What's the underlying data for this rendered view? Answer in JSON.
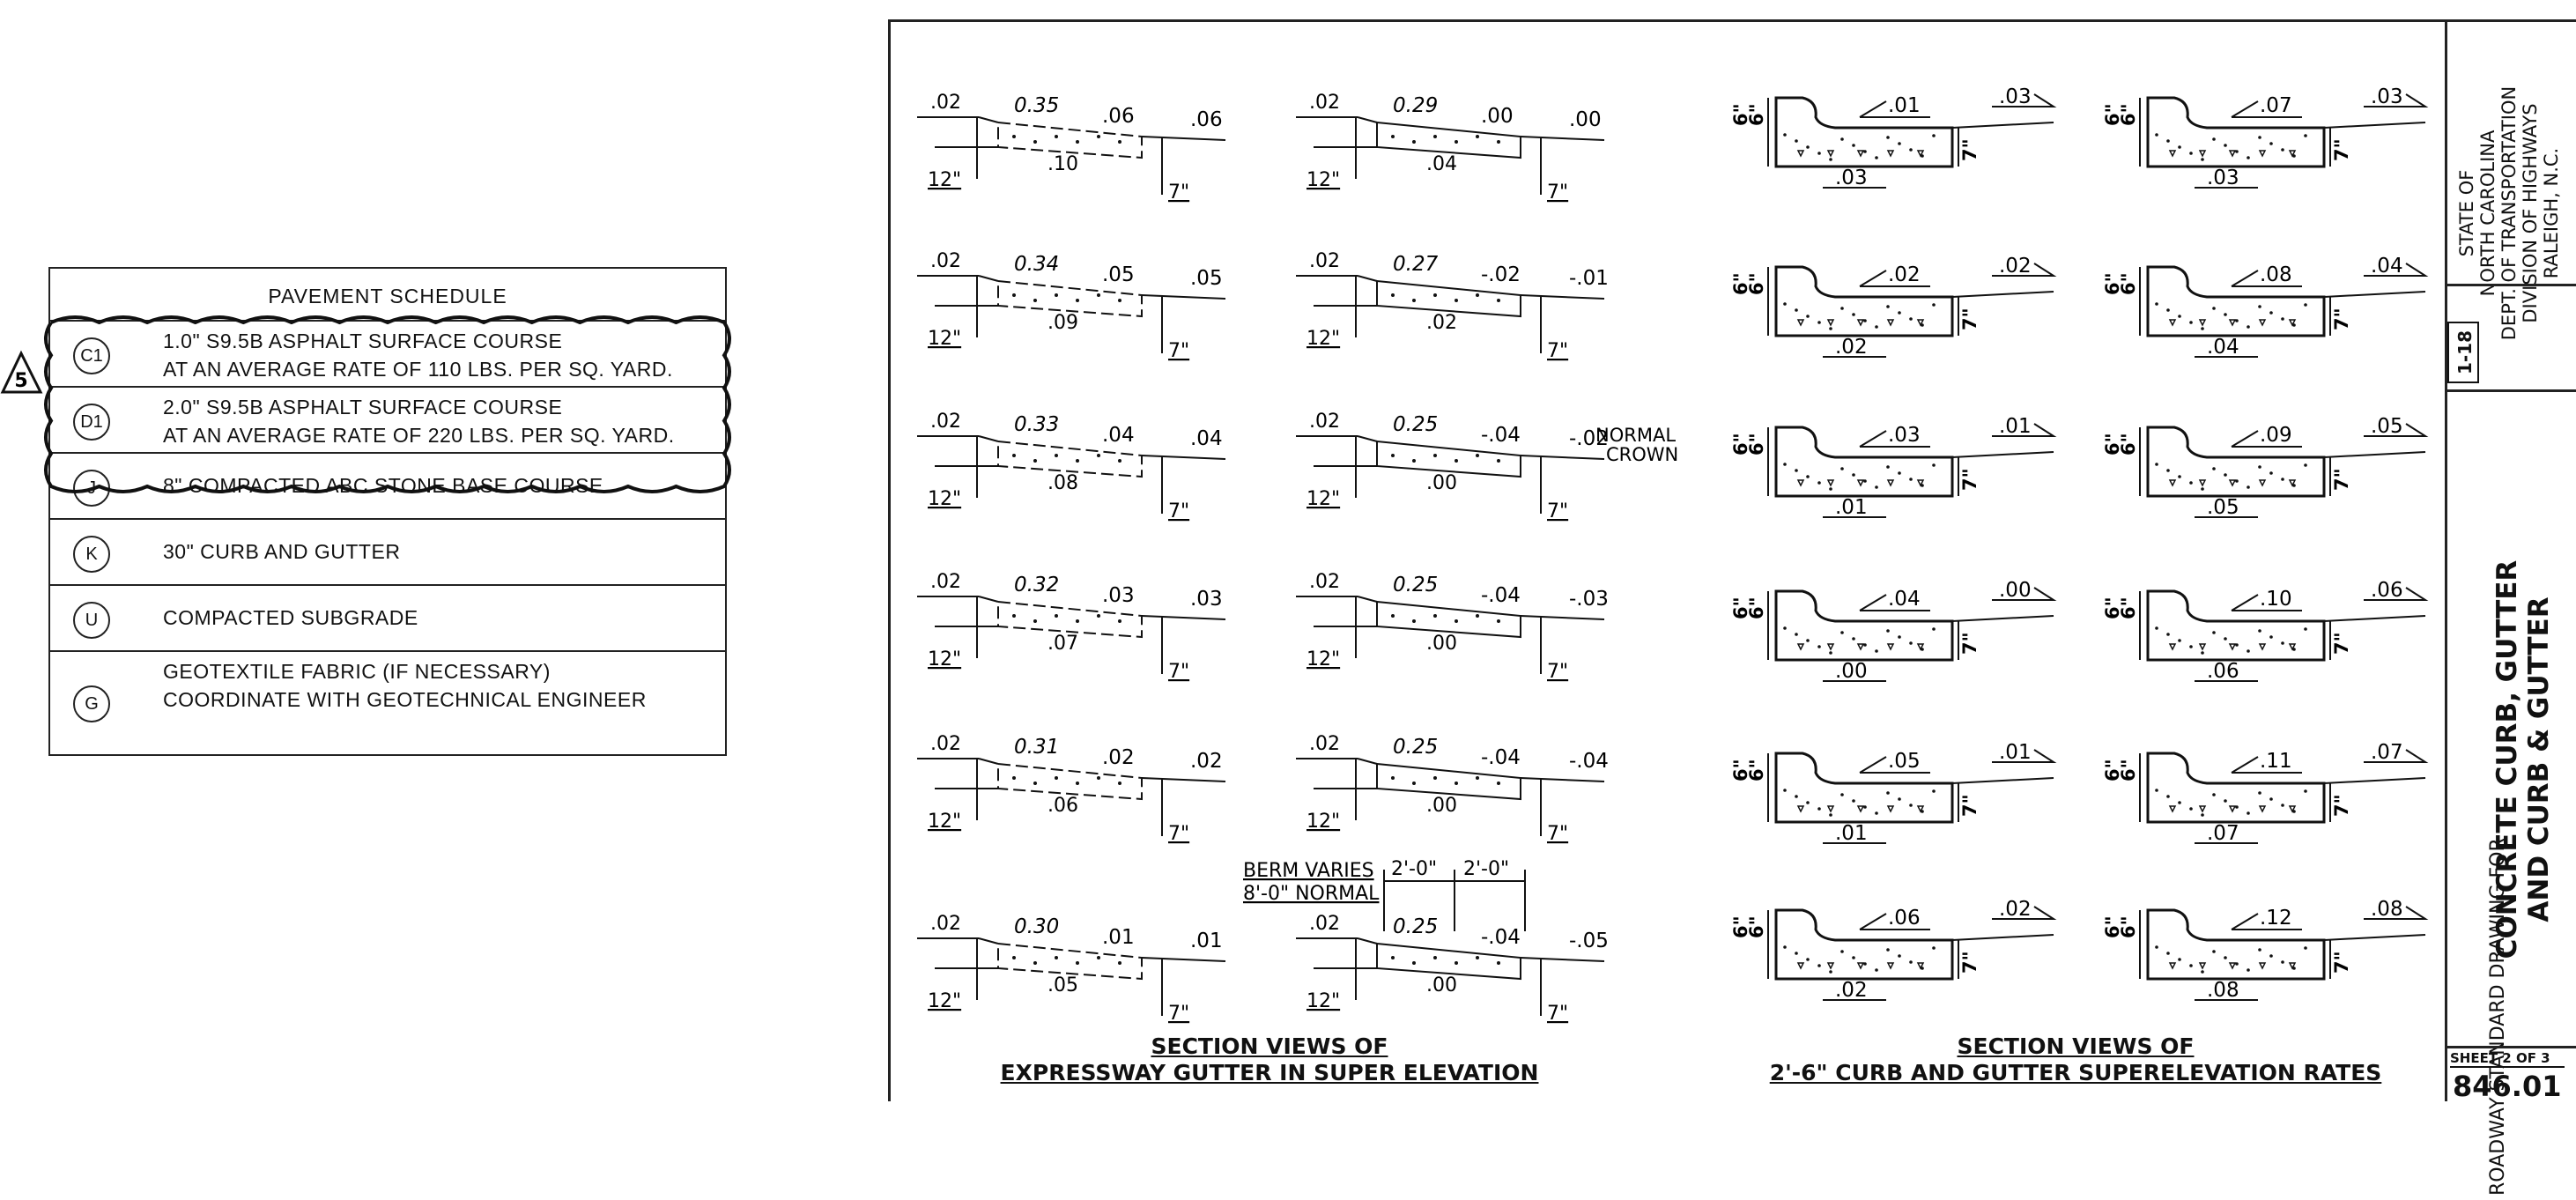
{
  "schedule": {
    "title": "PAVEMENT SCHEDULE",
    "revision_mark": "5",
    "rows": [
      {
        "code": "C1",
        "line1": "1.0\" S9.5B ASPHALT SURFACE COURSE",
        "line2": "AT AN AVERAGE RATE OF 110 LBS. PER SQ. YARD."
      },
      {
        "code": "D1",
        "line1": "2.0\" S9.5B ASPHALT SURFACE COURSE",
        "line2": "AT AN AVERAGE RATE OF 220 LBS. PER SQ. YARD."
      },
      {
        "code": "J",
        "line1": "8\" COMPACTED ABC STONE BASE COURSE",
        "line2": ""
      },
      {
        "code": "K",
        "line1": "30\" CURB AND GUTTER",
        "line2": ""
      },
      {
        "code": "U",
        "line1": "COMPACTED SUBGRADE",
        "line2": ""
      },
      {
        "code": "G",
        "line1": "GEOTEXTILE FABRIC (IF NECESSARY)",
        "line2": "COORDINATE WITH GEOTECHNICAL ENGINEER"
      }
    ]
  },
  "gutter": {
    "caption_line1": "SECTION VIEWS OF",
    "caption_line2": "EXPRESSWAY GUTTER IN SUPER ELEVATION",
    "dim_12": "12\"",
    "dim_7": "7\"",
    "dim_02": ".02",
    "normal_crown_1": "NORMAL",
    "normal_crown_2": "CROWN",
    "berm_1": "BERM VARIES",
    "berm_2": "8'-0\" NORMAL",
    "berm_dim": "2'-0\"",
    "left_col": [
      {
        "w": "0.35",
        "a": ".06",
        "b": ".06",
        "c": ".10"
      },
      {
        "w": "0.34",
        "a": ".05",
        "b": ".05",
        "c": ".09"
      },
      {
        "w": "0.33",
        "a": ".04",
        "b": ".04",
        "c": ".08"
      },
      {
        "w": "0.32",
        "a": ".03",
        "b": ".03",
        "c": ".07"
      },
      {
        "w": "0.31",
        "a": ".02",
        "b": ".02",
        "c": ".06"
      },
      {
        "w": "0.30",
        "a": ".01",
        "b": ".01",
        "c": ".05"
      }
    ],
    "right_col": [
      {
        "w": "0.29",
        "a": ".00",
        "b": ".00",
        "c": ".04"
      },
      {
        "w": "0.27",
        "a": "-.02",
        "b": "-.01",
        "c": ".02"
      },
      {
        "w": "0.25",
        "a": "-.04",
        "b": "-.02",
        "c": ".00"
      },
      {
        "w": "0.25",
        "a": "-.04",
        "b": "-.03",
        "c": ".00"
      },
      {
        "w": "0.25",
        "a": "-.04",
        "b": "-.04",
        "c": ".00"
      },
      {
        "w": "0.25",
        "a": "-.04",
        "b": "-.05",
        "c": ".00"
      }
    ]
  },
  "curb": {
    "caption_line1": "SECTION VIEWS OF",
    "caption_line2": "2'-6\" CURB AND GUTTER SUPERELEVATION RATES",
    "dim_6": "6\"",
    "dim_7": "7\"",
    "left_col": [
      {
        "top": ".01",
        "right": ".03",
        "bottom": ".03"
      },
      {
        "top": ".02",
        "right": ".02",
        "bottom": ".02"
      },
      {
        "top": ".03",
        "right": ".01",
        "bottom": ".01"
      },
      {
        "top": ".04",
        "right": ".00",
        "bottom": ".00"
      },
      {
        "top": ".05",
        "right": ".01",
        "bottom": ".01"
      },
      {
        "top": ".06",
        "right": ".02",
        "bottom": ".02"
      }
    ],
    "right_col": [
      {
        "top": ".07",
        "right": ".03",
        "bottom": ".03"
      },
      {
        "top": ".08",
        "right": ".04",
        "bottom": ".04"
      },
      {
        "top": ".09",
        "right": ".05",
        "bottom": ".05"
      },
      {
        "top": ".10",
        "right": ".06",
        "bottom": ".06"
      },
      {
        "top": ".11",
        "right": ".07",
        "bottom": ".07"
      },
      {
        "top": ".12",
        "right": ".08",
        "bottom": ".08"
      }
    ]
  },
  "titleblock": {
    "state_1": "STATE OF",
    "state_2": "NORTH CAROLINA",
    "state_3": "DEPT. OF TRANSPORTATION",
    "state_4": "DIVISION OF HIGHWAYS",
    "state_5": "RALEIGH, N.C.",
    "rev": "1-18",
    "heading": "ROADWAY STANDARD DRAWING FOR",
    "title_1": "CONCRETE CURB, GUTTER",
    "title_2": "AND CURB & GUTTER",
    "sheet": "SHEET 2 OF 3",
    "number": "846.01"
  }
}
